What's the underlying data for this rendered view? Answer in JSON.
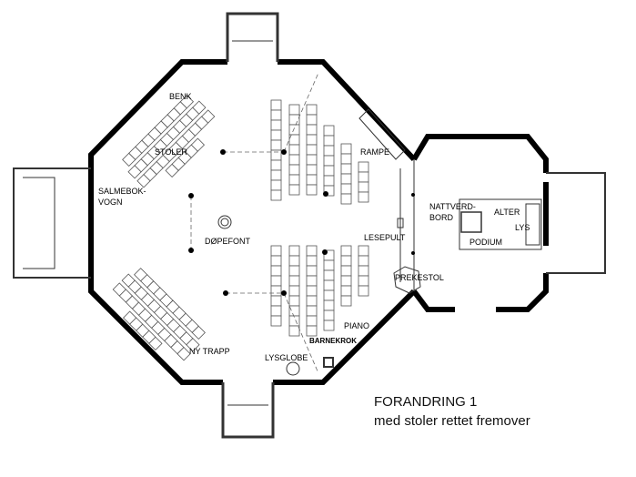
{
  "labels": {
    "benk": "BENK",
    "stoler": "STOLER",
    "salmebok_1": "SALMEBOK-",
    "salmebok_2": "VOGN",
    "dopefont": "DØPEFONT",
    "rampe": "RAMPE",
    "lesepult": "LESEPULT",
    "nattverd_1": "NATTVERD-",
    "nattverd_2": "BORD",
    "alter": "ALTER",
    "lys": "LYS",
    "podium": "PODIUM",
    "prekestol": "PREKESTOL",
    "piano": "PIANO",
    "barnekrok": "BARNEKROK",
    "ny_trapp": "NY TRAPP",
    "lysglobe": "LYSGLOBE"
  },
  "caption": {
    "title": "FORANDRING 1",
    "subtitle": "med stoler rettet fremover"
  }
}
